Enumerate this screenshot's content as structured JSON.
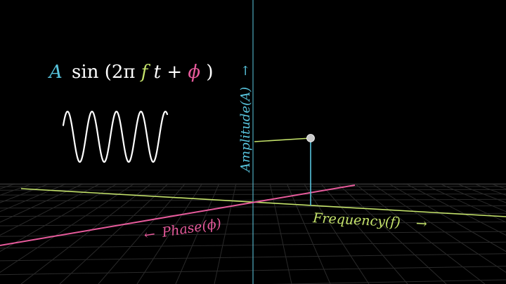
{
  "formula": {
    "amplitude_symbol": "A",
    "sin": "sin",
    "open": "(2π",
    "freq_symbol": "f",
    "time": "t + ",
    "phase_symbol": "ϕ",
    "close": ")"
  },
  "axes": {
    "amplitude_label": "Amplitude(A)",
    "amplitude_arrow": "→",
    "frequency_label": "Frequency(f)",
    "frequency_arrow": "→",
    "phase_label": "Phase(ϕ)",
    "phase_arrow": "←"
  },
  "colors": {
    "background": "#000000",
    "grid": "#2a2a2a",
    "amplitude": "#58c4dd",
    "frequency": "#c5e36b",
    "phase": "#e65a9b",
    "wave": "#ffffff",
    "point": "#c8c8c8"
  }
}
